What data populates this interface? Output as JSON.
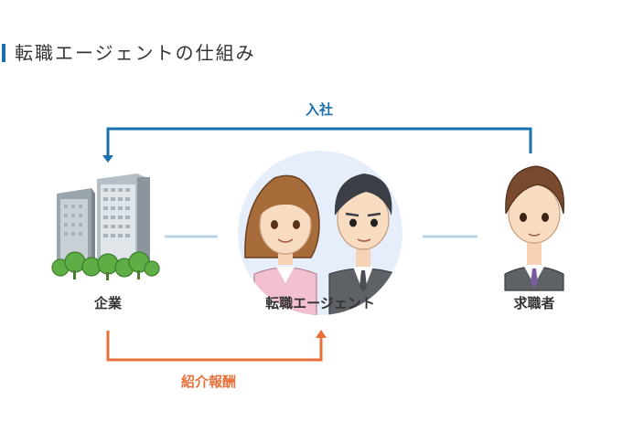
{
  "title": "転職エージェントの仕組み",
  "colors": {
    "accent_blue": "#1a6fad",
    "accent_orange": "#e8703a",
    "connector": "#b7d3e5",
    "text": "#333333"
  },
  "nodes": {
    "company": {
      "label": "企業",
      "icon": "office-buildings-icon"
    },
    "agent": {
      "label": "転職エージェント",
      "icon": "agent-consultants-icon"
    },
    "seeker": {
      "label": "求職者",
      "icon": "job-seeker-icon"
    }
  },
  "flows": {
    "hire": {
      "label": "入社",
      "from": "求職者",
      "to": "企業"
    },
    "fee": {
      "label": "紹介報酬",
      "from": "企業",
      "to": "転職エージェント"
    }
  }
}
